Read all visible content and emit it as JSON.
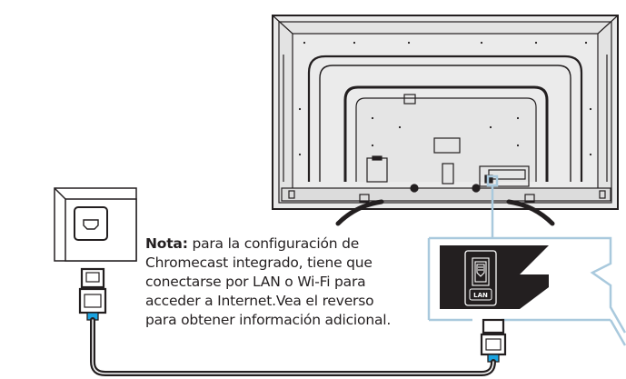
{
  "note": {
    "label": "Nota:",
    "lines": [
      "para la configuración de",
      "Chromecast integrado, tiene que",
      "conectarse por LAN o Wi-Fi para",
      "acceder a Internet.Vea el reverso",
      "para obtener información adicional."
    ]
  },
  "port_label": "LAN",
  "colors": {
    "line": "#231f20",
    "callout": "#a9c9dd",
    "cable_blue": "#1aa3e0",
    "tv_fill": "#e9e9e9"
  }
}
